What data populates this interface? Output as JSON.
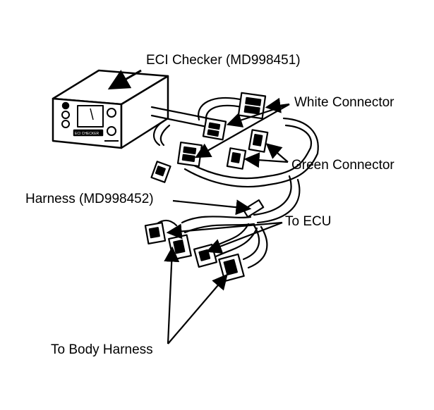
{
  "labels": {
    "checker": "ECI Checker (MD998451)",
    "white": "White Connector",
    "green": "Green Connector",
    "harness": "Harness (MD998452)",
    "ecu": "To ECU",
    "body": "To Body Harness"
  },
  "checker_panel": {
    "brand": "ECI CHECKER"
  }
}
